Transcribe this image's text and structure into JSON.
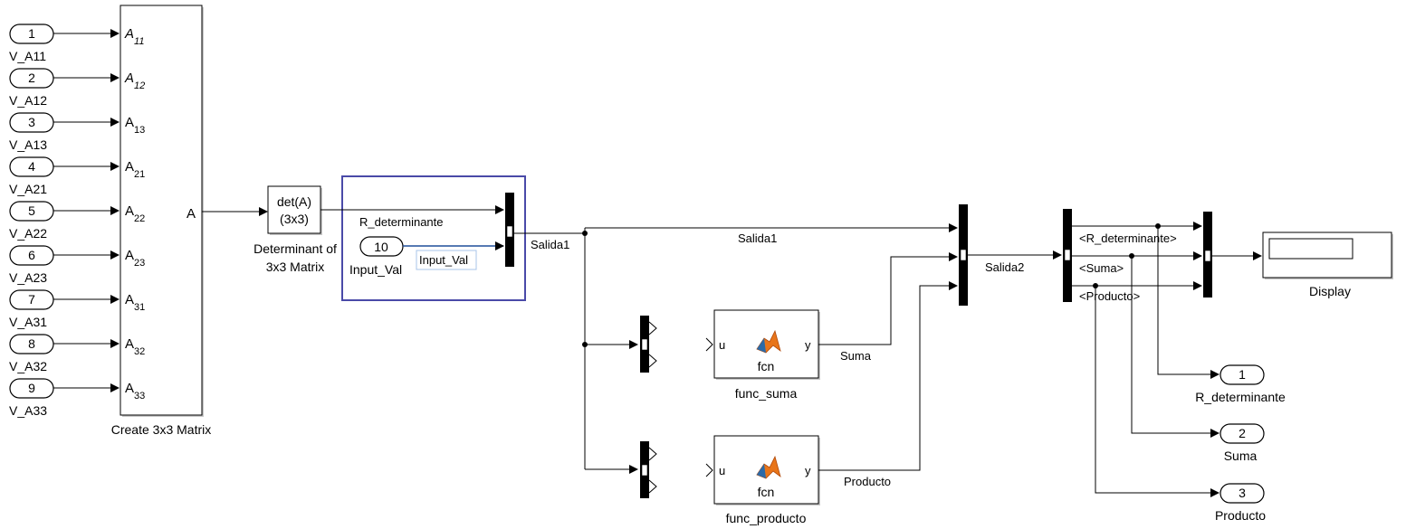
{
  "inports": [
    {
      "num": "1",
      "name": "V_A11",
      "sub": "11",
      "letter": "A",
      "italic": true
    },
    {
      "num": "2",
      "name": "V_A12",
      "sub": "12",
      "letter": "A",
      "italic": true
    },
    {
      "num": "3",
      "name": "V_A13",
      "sub": "13",
      "letter": "A",
      "italic": false
    },
    {
      "num": "4",
      "name": "V_A21",
      "sub": "21",
      "letter": "A",
      "italic": false
    },
    {
      "num": "5",
      "name": "V_A22",
      "sub": "22",
      "letter": "A",
      "italic": false
    },
    {
      "num": "6",
      "name": "V_A23",
      "sub": "23",
      "letter": "A",
      "italic": false
    },
    {
      "num": "7",
      "name": "V_A31",
      "sub": "31",
      "letter": "A",
      "italic": false
    },
    {
      "num": "8",
      "name": "V_A32",
      "sub": "32",
      "letter": "A",
      "italic": false
    },
    {
      "num": "9",
      "name": "V_A33",
      "sub": "33",
      "letter": "A",
      "italic": false
    }
  ],
  "matrix_block": {
    "name": "Create 3x3 Matrix",
    "out_label": "A"
  },
  "det_block": {
    "line1": "det(A)",
    "line2": "(3x3)",
    "name1": "Determinant of",
    "name2": "3x3 Matrix"
  },
  "const_block": {
    "value": "10",
    "name": "Input_Val"
  },
  "signals": {
    "r_det": "R_determinante",
    "input_val": "Input_Val",
    "salida1": "Salida1",
    "salida1_long": "Salida1",
    "salida2": "Salida2",
    "suma": "Suma",
    "producto": "Producto",
    "sel_r_det": "<R_determinante>",
    "sel_suma": "<Suma>",
    "sel_producto": "<Producto>"
  },
  "func_suma": {
    "in": "u",
    "out": "y",
    "fcn": "fcn",
    "name": "func_suma"
  },
  "func_producto": {
    "in": "u",
    "out": "y",
    "fcn": "fcn",
    "name": "func_producto"
  },
  "display": {
    "name": "Display"
  },
  "outports": [
    {
      "num": "1",
      "name": "R_determinante"
    },
    {
      "num": "2",
      "name": "Suma"
    },
    {
      "num": "3",
      "name": "Producto"
    }
  ],
  "colors": {
    "selection": "#4a4aa8",
    "highlight": "#1f4e9a",
    "matlab_orange": "#e8751a"
  }
}
